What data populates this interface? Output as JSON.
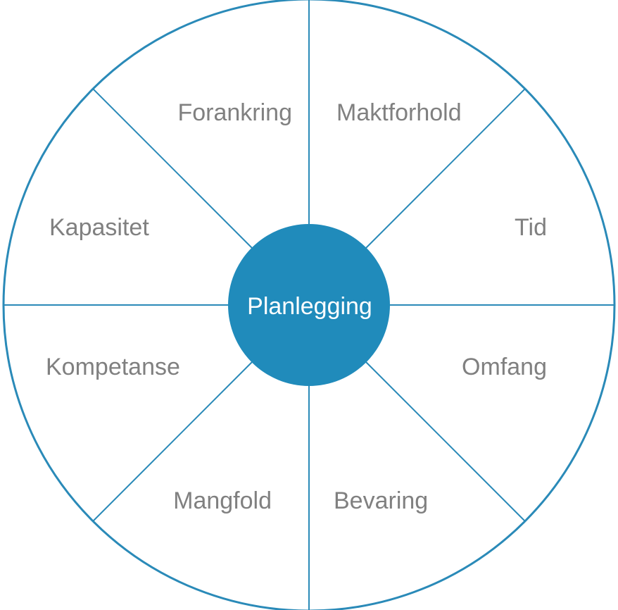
{
  "center": {
    "label": "Planlegging"
  },
  "segments": [
    {
      "label": "Forankring"
    },
    {
      "label": "Maktforhold"
    },
    {
      "label": "Tid"
    },
    {
      "label": "Omfang"
    },
    {
      "label": "Bevaring"
    },
    {
      "label": "Mangfold"
    },
    {
      "label": "Kompetanse"
    },
    {
      "label": "Kapasitet"
    }
  ],
  "colors": {
    "ring": "#2a8ab8",
    "hub_fill": "#208bbb",
    "hub_text": "#ffffff",
    "label_text": "#808080",
    "background": "#ffffff"
  }
}
